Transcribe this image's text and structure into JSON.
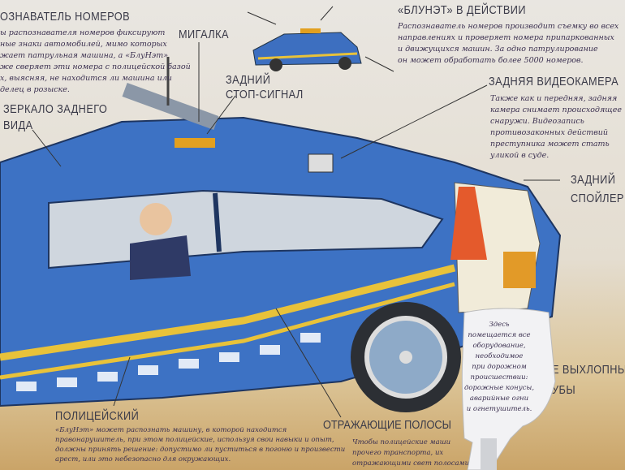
{
  "plate_reader": {
    "heading": "ОЗНАВАТЕЛЬ НОМЕРОВ",
    "lines": [
      "ы распознавателя номеров фиксируют",
      "ные знаки автомобилей, мимо которых",
      "жает патрульная машина, а «БлуНэт»",
      "же сверяет эти номера с полицейской базой",
      "х, выясняя, не находится ли машина или",
      "делец в розыске."
    ]
  },
  "in_action": {
    "heading": "«БЛУНЭТ» В ДЕЙСТВИИ",
    "lines": [
      "Распознаватель номеров производит съемку во всех",
      "направлениях и проверяет номера припаркованных",
      "и движущихся машин. За одно патрулирование",
      "он может обработать более 5000 номеров."
    ]
  },
  "labels": {
    "beacon": "МИГАЛКА",
    "brake_light_1": "ЗАДНИЙ",
    "brake_light_2": "СТОП-СИГНАЛ",
    "mirror_1": "ЗЕРКАЛО ЗАДНЕГО",
    "mirror_2": "ВИДА",
    "spoiler_1": "ЗАДНИЙ",
    "spoiler_2": "СПОЙЛЕР",
    "exhaust_1": "Е ВЫХЛОПНЫЕ",
    "exhaust_2": "УБЫ"
  },
  "rear_camera": {
    "heading": "ЗАДНЯЯ ВИДЕОКАМЕРА",
    "lines": [
      "Также как и передняя, задняя",
      "камера снимает происходящее",
      "снаружи. Видеозапись",
      "противозаконных действий",
      "преступника может стать",
      "уликой в суде."
    ]
  },
  "officer": {
    "heading": "ПОЛИЦЕЙСКИЙ",
    "lines": [
      "«БлуНэт» может распознать машину, в которой находится",
      "правонарушитель, при этом полицейские, используя свои навыки и опыт,",
      "должны принять решение: допустимо ли пуститься в погоню и произвести",
      "арест, или это небезопасно для окружающих."
    ]
  },
  "reflective": {
    "heading": "ОТРАЖАЮЩИЕ ПОЛОСЫ",
    "lines": [
      "Чтобы полицейские маши",
      "прочего транспорта, их",
      "отражающими свет полосами."
    ]
  },
  "flap_card": {
    "lines": [
      "Здесь",
      "помещается все",
      "оборудование,",
      "необходимое",
      "при дорожном",
      "происшествии:",
      "дорожные конусы,",
      "аварийные огни",
      "и огнетушитель."
    ]
  },
  "colors": {
    "car_blue": "#3d72c4",
    "stripe_yellow": "#e8c23a",
    "page": "#e6e2dc"
  }
}
